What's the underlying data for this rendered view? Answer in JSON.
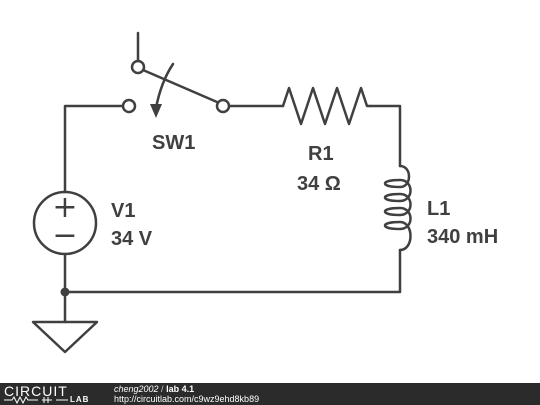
{
  "diagram": {
    "components": {
      "switch": {
        "name": "SW1"
      },
      "resistor": {
        "name": "R1",
        "value": "34 Ω"
      },
      "voltage_source": {
        "name": "V1",
        "value": "34 V",
        "plus": "+",
        "minus": "−"
      },
      "inductor": {
        "name": "L1",
        "value": "340 mH"
      }
    },
    "colors": {
      "wire": "#404040",
      "background": "#ffffff"
    }
  },
  "footer": {
    "logo_circuit": "CIRCUIT",
    "logo_lab": "LAB",
    "author": "cheng2002",
    "separator": " / ",
    "project": "lab 4.1",
    "url": "http://circuitlab.com/c9wz9ehd8kb89",
    "background": "#2b2b2b"
  }
}
